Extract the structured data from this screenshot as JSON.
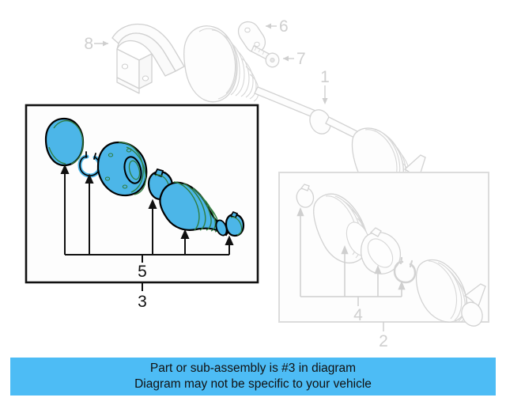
{
  "diagram": {
    "type": "exploded-parts-diagram",
    "subject": "CV axle drive shaft assembly",
    "highlight_color": "#4cb6e8",
    "highlight_stroke": "#000000",
    "inactive_color": "#d8d8d8",
    "background": "#ffffff",
    "callouts": [
      {
        "id": "1",
        "label": "1",
        "state": "inactive",
        "part": "drive-axle-shaft"
      },
      {
        "id": "2",
        "label": "2",
        "state": "inactive",
        "part": "inner-joint-boot-kit-group-box"
      },
      {
        "id": "3",
        "label": "3",
        "state": "active",
        "part": "outer-joint-boot-kit-box"
      },
      {
        "id": "4",
        "label": "4",
        "state": "inactive",
        "part": "inner-boot-kit-components"
      },
      {
        "id": "5",
        "label": "5",
        "state": "active",
        "part": "outer-boot-kit-components"
      },
      {
        "id": "6",
        "label": "6",
        "state": "inactive",
        "part": "retainer-bracket"
      },
      {
        "id": "7",
        "label": "7",
        "state": "inactive",
        "part": "mounting-bolt"
      },
      {
        "id": "8",
        "label": "8",
        "state": "inactive",
        "part": "heat-shield"
      }
    ]
  },
  "notice": {
    "line1": "Part or sub-assembly is #3 in diagram",
    "line2": "Diagram may not be specific to your vehicle",
    "background_color": "#4dbcf5",
    "text_color": "#111111"
  }
}
